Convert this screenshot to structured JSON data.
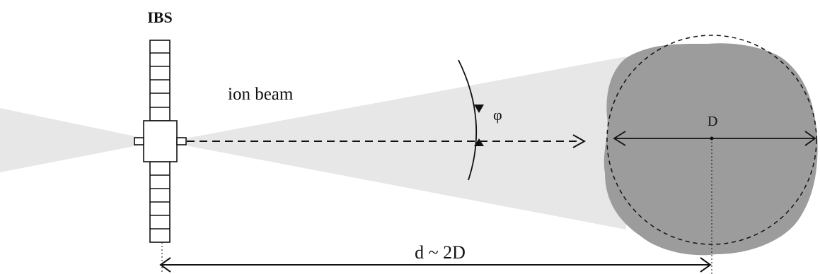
{
  "diagram": {
    "spacecraft_label": "IBS",
    "beam_label": "ion beam",
    "angle_label": "φ",
    "target_diameter_label": "D",
    "distance_label": "d ~ 2D"
  },
  "colors": {
    "beam": "#e7e7e7",
    "target_fill": "#9c9c9c",
    "line": "#111111"
  }
}
